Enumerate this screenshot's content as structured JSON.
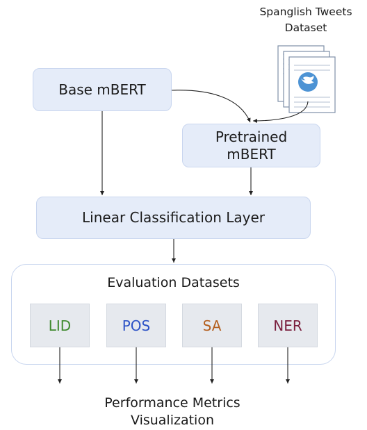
{
  "dataset": {
    "label_line1": "Spanglish Tweets",
    "label_line2": "Dataset",
    "icon": "twitter-bird-icon"
  },
  "nodes": {
    "base_mbert": "Base mBERT",
    "pretrained_line1": "Pretrained",
    "pretrained_line2": "mBERT",
    "linear_layer": "Linear Classification Layer"
  },
  "evaluation": {
    "title": "Evaluation Datasets",
    "tasks": [
      {
        "label": "LID",
        "color": "#3f8a2e"
      },
      {
        "label": "POS",
        "color": "#2c52c6"
      },
      {
        "label": "SA",
        "color": "#b45f1e"
      },
      {
        "label": "NER",
        "color": "#7a1f3d"
      }
    ]
  },
  "output": {
    "line1": "Performance Metrics",
    "line2": "Visualization"
  },
  "colors": {
    "box_fill": "#e5ecf9",
    "box_border": "#c9d6ef",
    "task_fill": "#e6e9ee",
    "twitter_blue": "#4d93d4"
  }
}
